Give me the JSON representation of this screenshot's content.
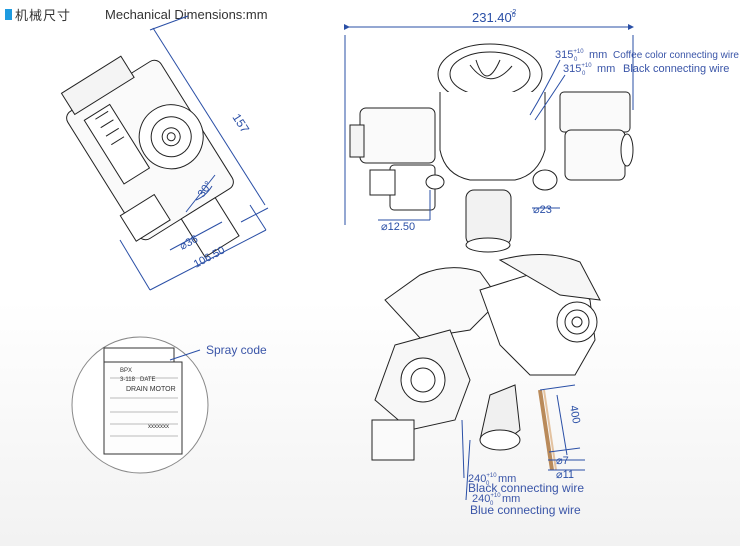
{
  "header": {
    "title_cn": "机械尺寸",
    "title_en": "Mechanical Dimensions:mm",
    "accent_color": "#1e9be0"
  },
  "left_view": {
    "dim_157": "157",
    "dim_30deg": "30°",
    "dim_36": "⌀36",
    "dim_106": "106.50"
  },
  "top_view": {
    "dim_width": "231.40",
    "dim_width_tol": "0",
    "dim_width_tol_sup": "-2",
    "wire1_len": "315",
    "wire1_tol": "+10",
    "wire1_tol_sub": "0",
    "wire1_unit": "mm",
    "wire1_desc": "Coffee color connecting wire",
    "wire2_len": "315",
    "wire2_tol": "+10",
    "wire2_tol_sub": "0",
    "wire2_unit": "mm",
    "wire2_desc": "Black connecting wire",
    "dim_12": "⌀12.50",
    "dim_23": "⌀23"
  },
  "label_view": {
    "callout": "Spray code",
    "brand": "BPX",
    "line1": "DRAIN MOTOR",
    "serial": "xxxxxxx",
    "date_label": "DATE",
    "model": "3-118"
  },
  "iso_view": {
    "dim_400": "400",
    "dim_7": "⌀7",
    "dim_11": "⌀11",
    "wire3_len": "240",
    "wire3_tol": "+10",
    "wire3_tol_sub": "0",
    "wire3_unit": "mm",
    "wire3_desc": "Black connecting wire",
    "wire4_len": "240",
    "wire4_tol": "+10",
    "wire4_tol_sub": "0",
    "wire4_unit": "mm",
    "wire4_desc": "Blue connecting wire"
  }
}
